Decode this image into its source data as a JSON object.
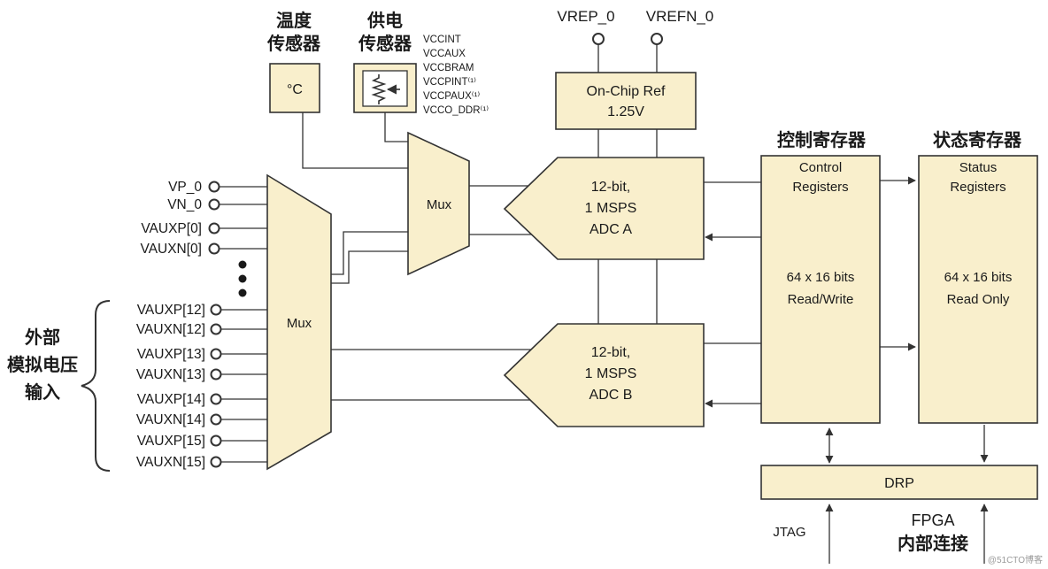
{
  "labels": {
    "temp_sensor": [
      "温度",
      "传感器"
    ],
    "temp_unit": "°C",
    "supply_sensor": [
      "供电",
      "传感器"
    ],
    "supply_rails": [
      "VCCINT",
      "VCCAUX",
      "VCCBRAM",
      "VCCPINT⁽¹⁾",
      "VCCPAUX⁽¹⁾",
      "VCCO_DDR⁽¹⁾"
    ],
    "vrep": "VREP_0",
    "vrefn": "VREFN_0",
    "onchip_ref": [
      "On-Chip Ref",
      "1.25V"
    ],
    "mux_small": "Mux",
    "mux_big": "Mux",
    "adc_a": [
      "12-bit,",
      "1 MSPS",
      "ADC A"
    ],
    "adc_b": [
      "12-bit,",
      "1 MSPS",
      "ADC B"
    ],
    "ctrl_reg_title": "控制寄存器",
    "ctrl_reg_box": [
      "Control",
      "Registers",
      "64 x 16 bits",
      "Read/Write"
    ],
    "stat_reg_title": "状态寄存器",
    "stat_reg_box": [
      "Status",
      "Registers",
      "64 x 16 bits",
      "Read Only"
    ],
    "drp": "DRP",
    "jtag": "JTAG",
    "fpga_internal": [
      "FPGA",
      "内部连接"
    ],
    "external_inputs": [
      "外部",
      "模拟电压",
      "输入"
    ],
    "pins_top": [
      "VP_0",
      "VN_0",
      "VAUXP[0]",
      "VAUXN[0]"
    ],
    "pins_bottom": [
      "VAUXP[12]",
      "VAUXN[12]",
      "VAUXP[13]",
      "VAUXN[13]",
      "VAUXP[14]",
      "VAUXN[14]",
      "VAUXP[15]",
      "VAUXN[15]"
    ],
    "watermark": "@51CTO博客"
  }
}
